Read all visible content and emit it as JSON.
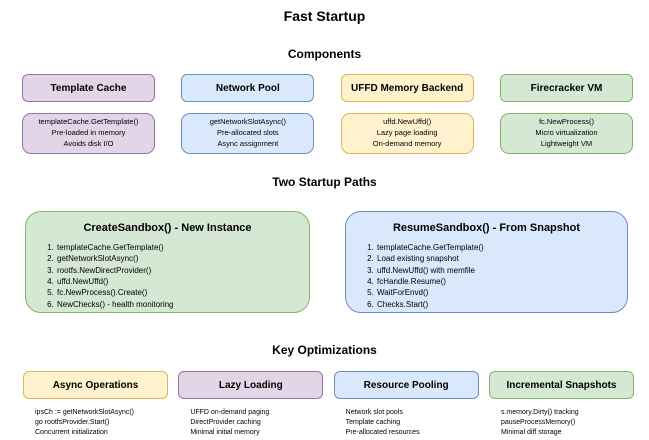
{
  "title": "Fast Startup",
  "colors": {
    "purple_fill": "#E1D5E7",
    "purple_stroke": "#9673A6",
    "blue_fill": "#DAE8FC",
    "blue_stroke": "#6C8EBF",
    "yellow_fill": "#FFF2CC",
    "yellow_stroke": "#D6B656",
    "green_fill": "#D5E8D4",
    "green_stroke": "#82B366"
  },
  "components": {
    "heading": "Components",
    "items": [
      {
        "name": "Template Cache",
        "color": "purple",
        "details": [
          "templateCache.GetTemplate()",
          "Pre-loaded in memory",
          "Avoids disk I/O"
        ]
      },
      {
        "name": "Network Pool",
        "color": "blue",
        "details": [
          "getNetworkSlotAsync()",
          "Pre-allocated slots",
          "Async assignment"
        ]
      },
      {
        "name": "UFFD Memory Backend",
        "color": "yellow",
        "details": [
          "uffd.NewUffd()",
          "Lazy page loading",
          "On-demand memory"
        ]
      },
      {
        "name": "Firecracker VM",
        "color": "green",
        "details": [
          "fc.NewProcess()",
          "Micro virtualization",
          "Lightweight VM"
        ]
      }
    ]
  },
  "paths": {
    "heading": "Two Startup Paths",
    "items": [
      {
        "title": "CreateSandbox() - New Instance",
        "color": "green",
        "steps": [
          "templateCache.GetTemplate()",
          "getNetworkSlotAsync()",
          "rootfs.NewDirectProvider()",
          "uffd.NewUffd()",
          "fc.NewProcess().Create()",
          "NewChecks() - health monitoring"
        ]
      },
      {
        "title": "ResumeSandbox() - From Snapshot",
        "color": "blue",
        "steps": [
          "templateCache.GetTemplate()",
          "Load existing snapshot",
          "uffd.NewUffd() with memfile",
          "fcHandle.Resume()",
          "WaitForEnvd()",
          "Checks.Start()"
        ]
      }
    ]
  },
  "optimizations": {
    "heading": "Key Optimizations",
    "items": [
      {
        "name": "Async Operations",
        "color": "yellow",
        "details": [
          "ipsCh := getNetworkSlotAsync()",
          "go rootfsProvider.Start()",
          "Concurrent initialization"
        ]
      },
      {
        "name": "Lazy Loading",
        "color": "purple",
        "details": [
          "UFFD on-demand paging",
          "DirectProvider caching",
          "Minimal initial memory"
        ]
      },
      {
        "name": "Resource Pooling",
        "color": "blue",
        "details": [
          "Network slot pools",
          "Template caching",
          "Pre-allocated resources"
        ]
      },
      {
        "name": "Incremental Snapshots",
        "color": "green",
        "details": [
          "s.memory.Dirty() tracking",
          "pauseProcessMemory()",
          "Minimal diff storage"
        ]
      }
    ]
  }
}
